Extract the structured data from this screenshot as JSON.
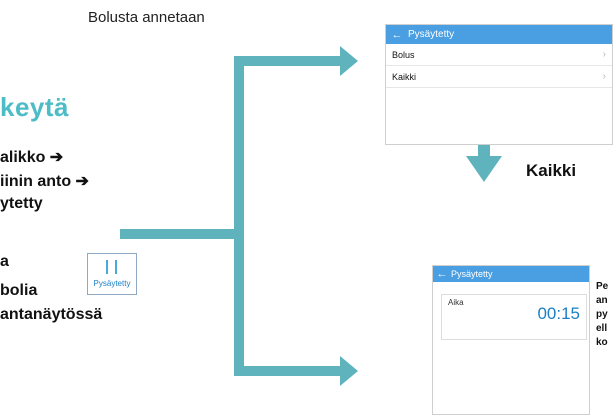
{
  "caption": "Bolusta annetaan",
  "heading": "keytä",
  "nav_lines": [
    "alikko ➔",
    "iinin anto ➔",
    "ytetty"
  ],
  "pause_text_fragment": "a",
  "pause_button": {
    "label": "Pysäytetty"
  },
  "lower_lines": [
    "bolia",
    "antanäytössä"
  ],
  "colors": {
    "accent": "#4dbcc6",
    "appbar": "#4a9ee2",
    "connector": "#5fb3bd"
  },
  "phone_menu": {
    "title": "Pysäytetty",
    "back_icon": "←",
    "items": [
      {
        "label": "Bolus",
        "chevron": "›"
      },
      {
        "label": "Kaikki",
        "chevron": "›"
      }
    ]
  },
  "down_label": "Kaikki",
  "phone_timer": {
    "title": "Pysäytetty",
    "back_icon": "←",
    "aika_label": "Aika",
    "aika_value": "00:15"
  },
  "note_lines": [
    "Pe",
    "an",
    "py",
    "ell",
    "ko"
  ]
}
